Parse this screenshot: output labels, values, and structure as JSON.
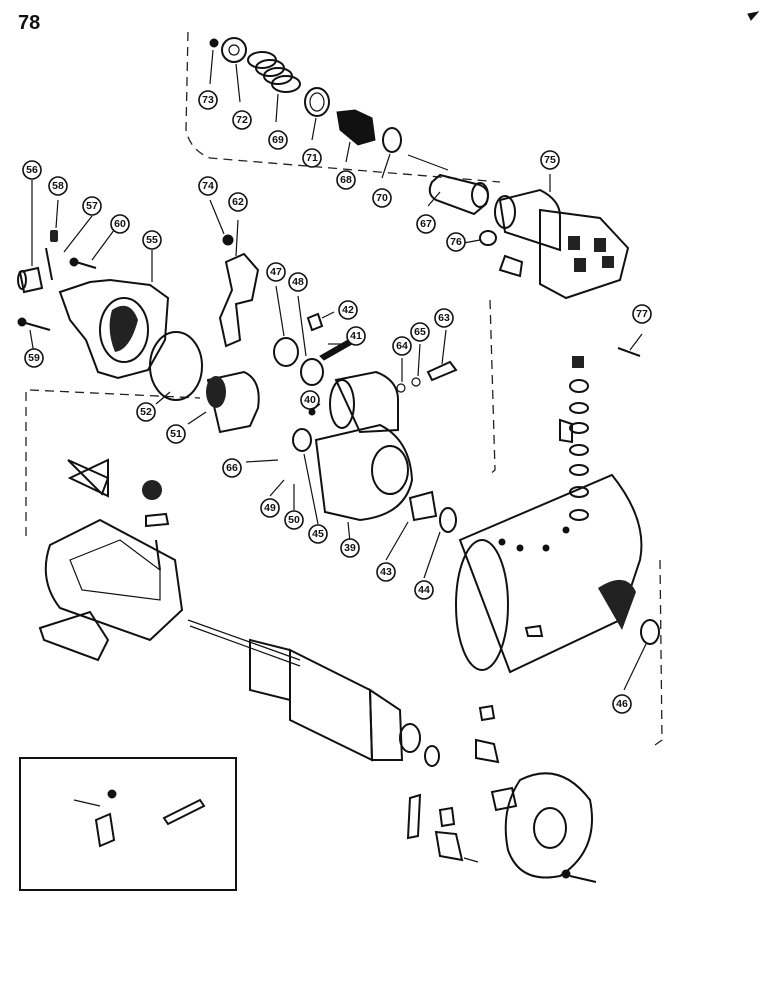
{
  "page": {
    "number": "78"
  },
  "callouts": [
    {
      "id": "c73",
      "label": "73"
    },
    {
      "id": "c72",
      "label": "72"
    },
    {
      "id": "c69",
      "label": "69"
    },
    {
      "id": "c71",
      "label": "71"
    },
    {
      "id": "c68",
      "label": "68"
    },
    {
      "id": "c70",
      "label": "70"
    },
    {
      "id": "c67",
      "label": "67"
    },
    {
      "id": "c75",
      "label": "75"
    },
    {
      "id": "c76",
      "label": "76"
    },
    {
      "id": "c56",
      "label": "56"
    },
    {
      "id": "c58",
      "label": "58"
    },
    {
      "id": "c57",
      "label": "57"
    },
    {
      "id": "c60",
      "label": "60"
    },
    {
      "id": "c55",
      "label": "55"
    },
    {
      "id": "c74",
      "label": "74"
    },
    {
      "id": "c62",
      "label": "62"
    },
    {
      "id": "c47",
      "label": "47"
    },
    {
      "id": "c48",
      "label": "48"
    },
    {
      "id": "c42",
      "label": "42"
    },
    {
      "id": "c41",
      "label": "41"
    },
    {
      "id": "c64",
      "label": "64"
    },
    {
      "id": "c65",
      "label": "65"
    },
    {
      "id": "c63",
      "label": "63"
    },
    {
      "id": "c77",
      "label": "77"
    },
    {
      "id": "c59",
      "label": "59"
    },
    {
      "id": "c52",
      "label": "52"
    },
    {
      "id": "c51",
      "label": "51"
    },
    {
      "id": "c40",
      "label": "40"
    },
    {
      "id": "c66",
      "label": "66"
    },
    {
      "id": "c49",
      "label": "49"
    },
    {
      "id": "c50",
      "label": "50"
    },
    {
      "id": "c45",
      "label": "45"
    },
    {
      "id": "c39",
      "label": "39"
    },
    {
      "id": "c43",
      "label": "43"
    },
    {
      "id": "c44",
      "label": "44"
    },
    {
      "id": "c46",
      "label": "46"
    }
  ]
}
